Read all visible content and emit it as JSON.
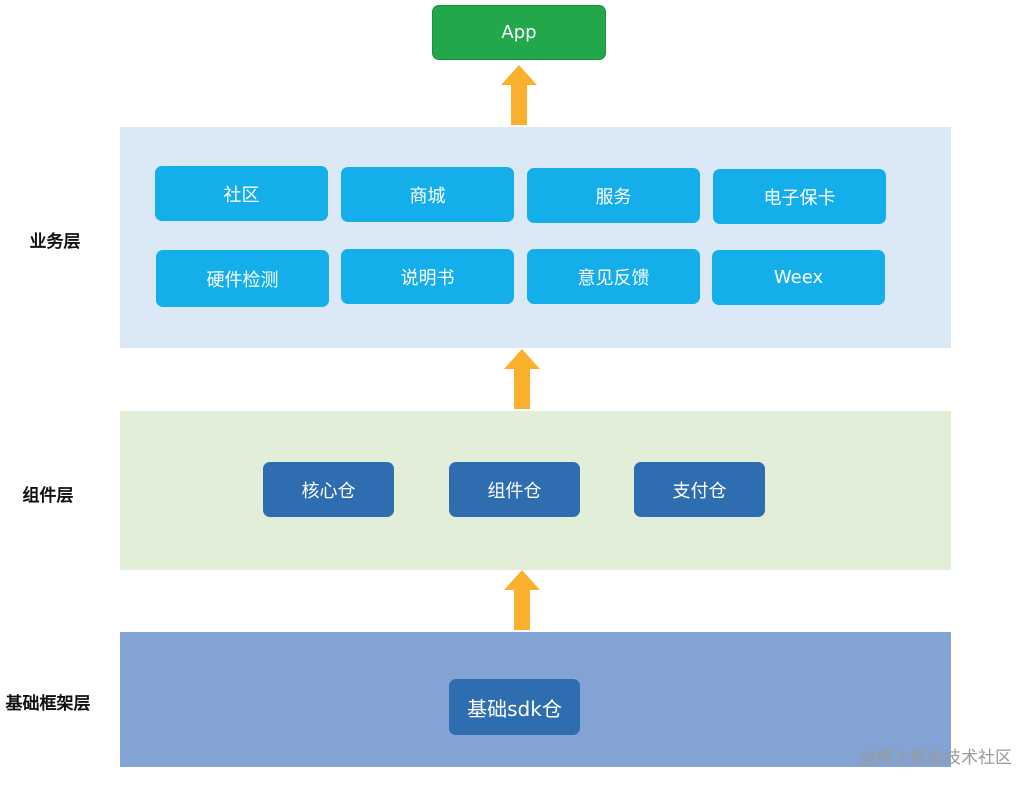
{
  "app": {
    "label": "App"
  },
  "layers": {
    "business": {
      "label": "业务层",
      "items": [
        "社区",
        "商城",
        "服务",
        "电子保卡",
        "硬件检测",
        "说明书",
        "意见反馈",
        "Weex"
      ]
    },
    "component": {
      "label": "组件层",
      "items": [
        "核心仓",
        "组件仓",
        "支付仓"
      ]
    },
    "base": {
      "label": "基础框架层",
      "items": [
        "基础sdk仓"
      ]
    }
  },
  "watermark": "@稀土掘金技术社区",
  "colors": {
    "app_box": "#22a84a",
    "business_band": "#dbe8f5",
    "business_box": "#14aeea",
    "component_band": "#e2eed7",
    "component_box": "#2e6db0",
    "base_band": "#82a3d4",
    "arrow": "#fbb02d"
  }
}
